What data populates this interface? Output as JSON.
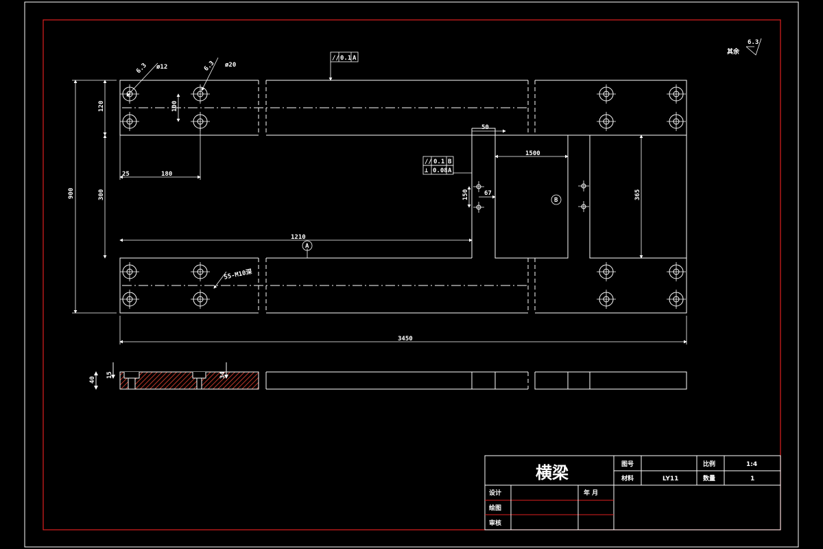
{
  "drawing": {
    "roughness_note": "其余",
    "roughness_value": "6.3",
    "hole_roughness_1": "6.3",
    "hole_roughness_2": "6.3",
    "hole_dia_small": "ø12",
    "hole_dia_large": "ø20",
    "tol_parallel_top": {
      "symbol": "//",
      "value": "0.1",
      "datum": "A"
    },
    "tol_frame_mid": [
      {
        "symbol": "//",
        "value": "0.1",
        "datum": "B"
      },
      {
        "symbol": "⊥",
        "value": "0.08",
        "datum": "A"
      }
    ],
    "datum_a": "A",
    "datum_b": "B",
    "dims": {
      "d_50": "50",
      "d_1500": "1500",
      "d_1210": "1210",
      "d_3450": "3450",
      "d_25": "25",
      "d_180": "180",
      "d_120": "120",
      "d_300_left": "300",
      "d_900": "900",
      "d_365": "365",
      "d_100": "100",
      "d_mid_small": "150",
      "d_67": "67",
      "d_thread": "55-M10深",
      "d_sec_15": "15",
      "d_sec_40": "40",
      "d_sec_34": "34"
    }
  },
  "title_block": {
    "part_name": "横梁",
    "drawing_no_label": "图号",
    "drawing_no_value": "",
    "scale_label": "比例",
    "scale_value": "1:4",
    "material_label": "材料",
    "material_value": "LY11",
    "qty_label": "数量",
    "qty_value": "1",
    "designer_label": "设计",
    "date_label": "年 月",
    "drafter_label": "绘图",
    "checker_label": "审核"
  }
}
